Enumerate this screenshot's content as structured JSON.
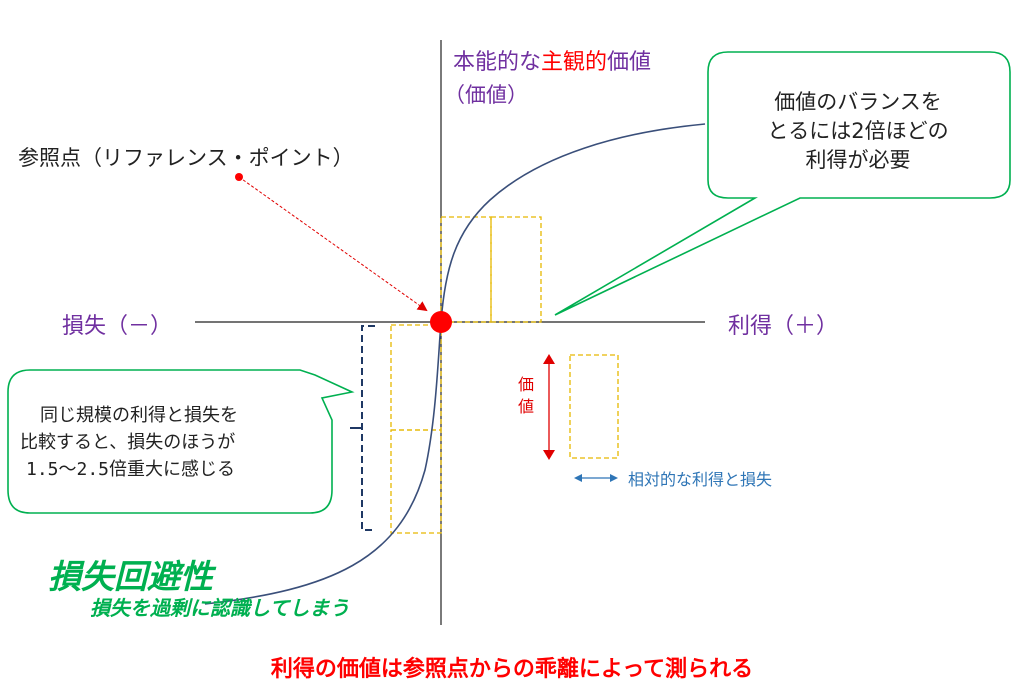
{
  "axis": {
    "y_label_part1": "本能的な",
    "y_label_highlight": "主観的",
    "y_label_part2": "価値",
    "y_label_sub": "（価値）",
    "x_right_label": "利得（＋）",
    "x_left_label": "損失（－）"
  },
  "reference_point_label": "参照点（リファレンス・ポイント）",
  "callout_right": {
    "line1": "価値のバランスを",
    "line2": "とるには2倍ほどの",
    "line3": "利得が必要"
  },
  "callout_left": {
    "line1": "同じ規模の利得と損失を",
    "line2": "比較すると、損失のほうが",
    "line3": "1.5～2.5倍重大に感じる"
  },
  "legend": {
    "value_label": "価値",
    "relative_label": "相対的な利得と損失"
  },
  "loss_aversion": {
    "title": "損失回避性",
    "subtitle": "損失を過剰に認識してしまう"
  },
  "bottom_caption": "利得の価値は参照点からの乖離によって測られる",
  "colors": {
    "purple": "#7030a0",
    "red": "#ff0000",
    "green": "#00b050",
    "curve": "#3a4f7a",
    "dashed_gold": "#e6b800",
    "navy": "#1f3864",
    "blue_arrow": "#2e75b6"
  }
}
